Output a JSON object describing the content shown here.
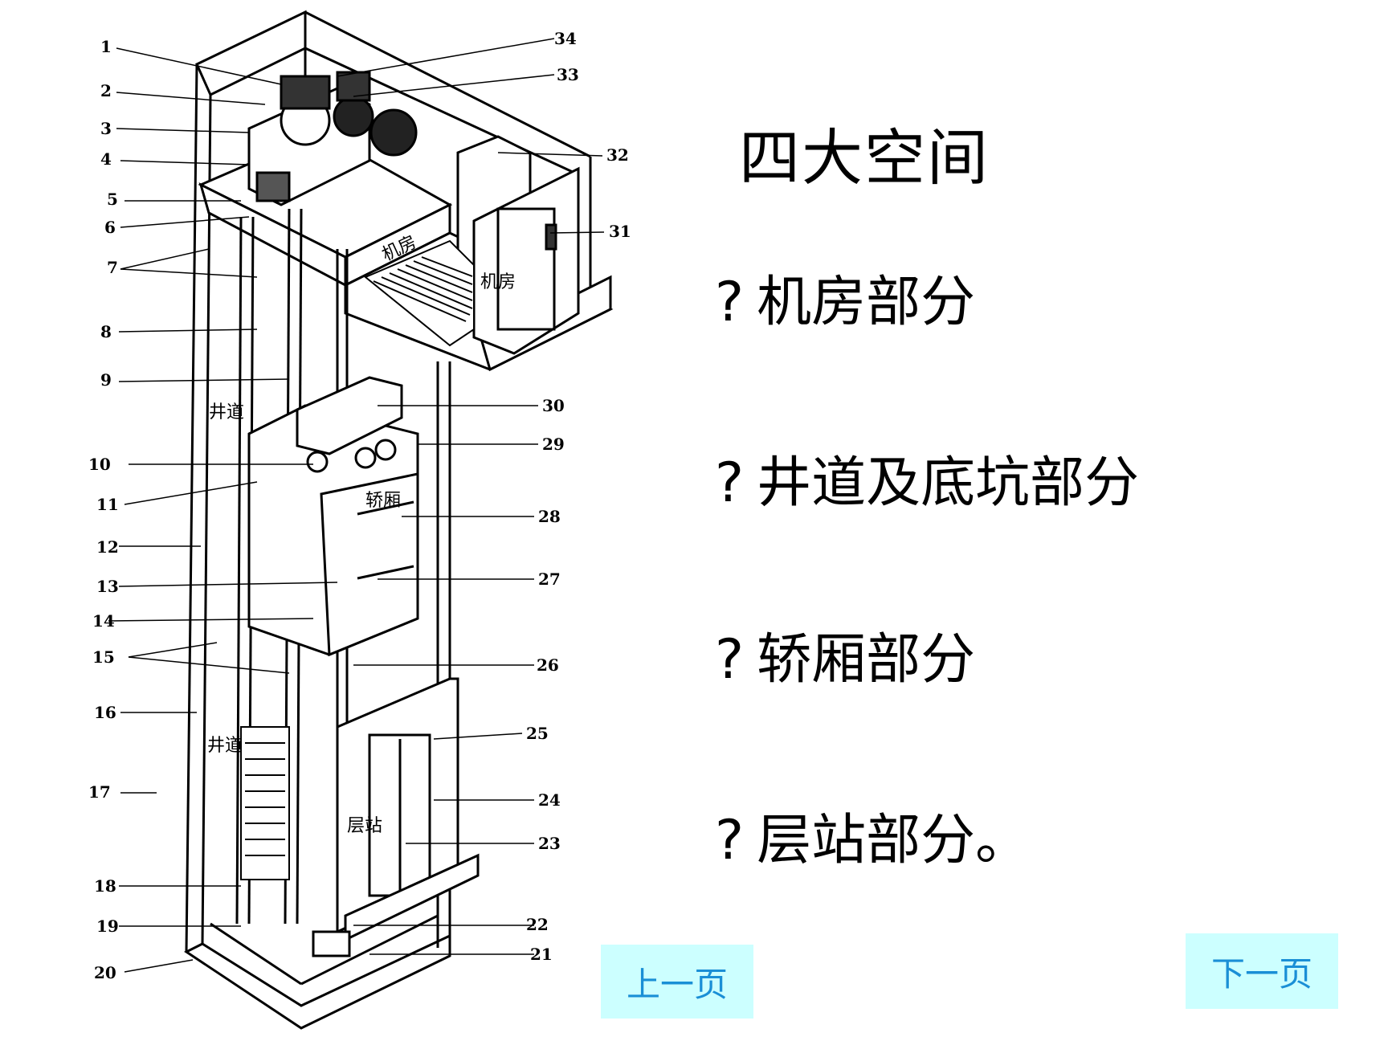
{
  "title": "四大空间",
  "bullets": [
    {
      "mark": "?",
      "text": "机房部分"
    },
    {
      "mark": "?",
      "text": "井道及底坑部分"
    },
    {
      "mark": "?",
      "text": "轿厢部分"
    },
    {
      "mark": "?",
      "text": "层站部分。"
    }
  ],
  "nav": {
    "prev": "上一页",
    "next": "下一页"
  },
  "diagram": {
    "zones": {
      "machine_room_1": "机房",
      "machine_room_2": "机房",
      "hoistway_upper": "井道",
      "hoistway_lower": "井道",
      "car": "轿厢",
      "landing": "层站"
    },
    "left_labels": [
      "1",
      "2",
      "3",
      "4",
      "5",
      "6",
      "7",
      "8",
      "9",
      "10",
      "11",
      "12",
      "13",
      "14",
      "15",
      "16",
      "17",
      "18",
      "19",
      "20"
    ],
    "right_labels": [
      "34",
      "33",
      "32",
      "31",
      "30",
      "29",
      "28",
      "27",
      "26",
      "25",
      "24",
      "23",
      "22",
      "21"
    ]
  }
}
